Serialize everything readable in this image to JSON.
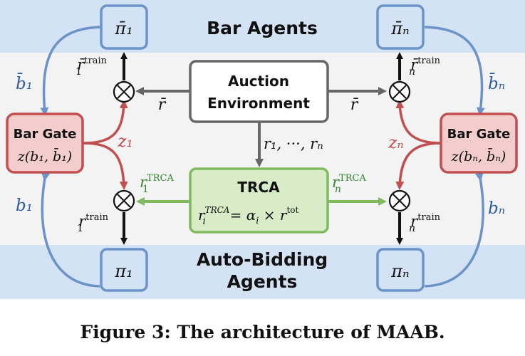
{
  "bands": {
    "top_label": "Bar Agents",
    "bottom_label_line1": "Auto-Bidding",
    "bottom_label_line2": "Agents"
  },
  "auction": {
    "line1": "Auction",
    "line2": "Environment"
  },
  "trca": {
    "title": "TRCA",
    "formula_lhs": "r",
    "formula_sup": "TRCA",
    "formula_sub": "i",
    "formula_rhs_a": "= α",
    "formula_rhs_i": "i",
    "formula_rhs_b": " × r",
    "formula_rhs_sup": "tot"
  },
  "gates": {
    "left": {
      "title": "Bar Gate",
      "formula": "z(b₁, b̄₁)"
    },
    "right": {
      "title": "Bar Gate",
      "formula": "z(bₙ, b̄ₙ)"
    }
  },
  "policies": {
    "top_left": "π̄₁",
    "top_right": "π̄ₙ",
    "bottom_left": "π₁",
    "bottom_right": "πₙ"
  },
  "labels": {
    "rbar": "r̄",
    "rbar_right": "r̄",
    "rlist": "r₁, ···, rₙ",
    "bbar1": "b̄₁",
    "bbarn": "b̄ₙ",
    "b1": "b₁",
    "bn": "bₙ",
    "z1": "z₁",
    "zn": "zₙ",
    "r1_trca_base": "r",
    "r1_trca_sub": "1",
    "rn_trca_sub": "n",
    "trca_sup": "TRCA",
    "train_sup": "train",
    "rbar1_train_base": "r̄",
    "r1_train_base": "r",
    "times_symbol": "⊗"
  },
  "caption": "Figure 3: The architecture of MAAB.",
  "colors": {
    "band": "#d3e3f5",
    "middle": "#f3f3f3",
    "blue": "#6b93c8",
    "blue_text": "#2d5aa0",
    "red": "#c24f4f",
    "red_fill": "#f3cccc",
    "green": "#7fba5f",
    "green_fill": "#d9ecc8",
    "green_text": "#2f8a2f",
    "gray": "#666666",
    "black": "#111111"
  }
}
